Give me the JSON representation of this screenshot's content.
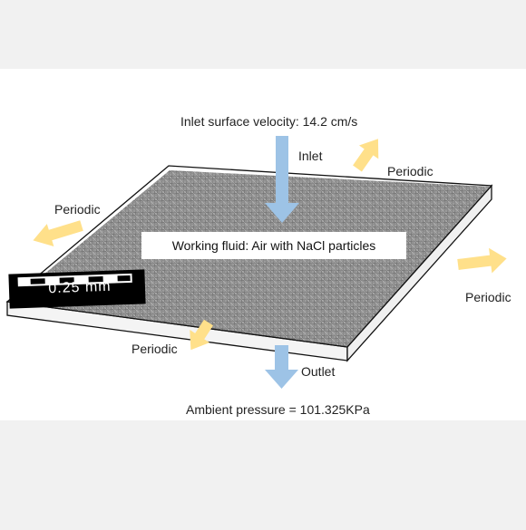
{
  "labels": {
    "inlet_velocity": "Inlet surface velocity: 14.2 cm/s",
    "inlet": "Inlet",
    "outlet": "Outlet",
    "periodic_top_right": "Periodic",
    "periodic_left": "Periodic",
    "periodic_right": "Periodic",
    "periodic_bottom_left": "Periodic",
    "working_fluid": "Working fluid: Air with NaCl particles",
    "ambient_pressure": "Ambient pressure = 101.325KPa",
    "scale_bar": "0.25 mm"
  },
  "colors": {
    "flow_arrow": "#9dc3e6",
    "periodic_arrow": "#ffe08a",
    "slab_edge": "#111111",
    "media": "#7d7d7d",
    "page_band": "#ffffff"
  }
}
